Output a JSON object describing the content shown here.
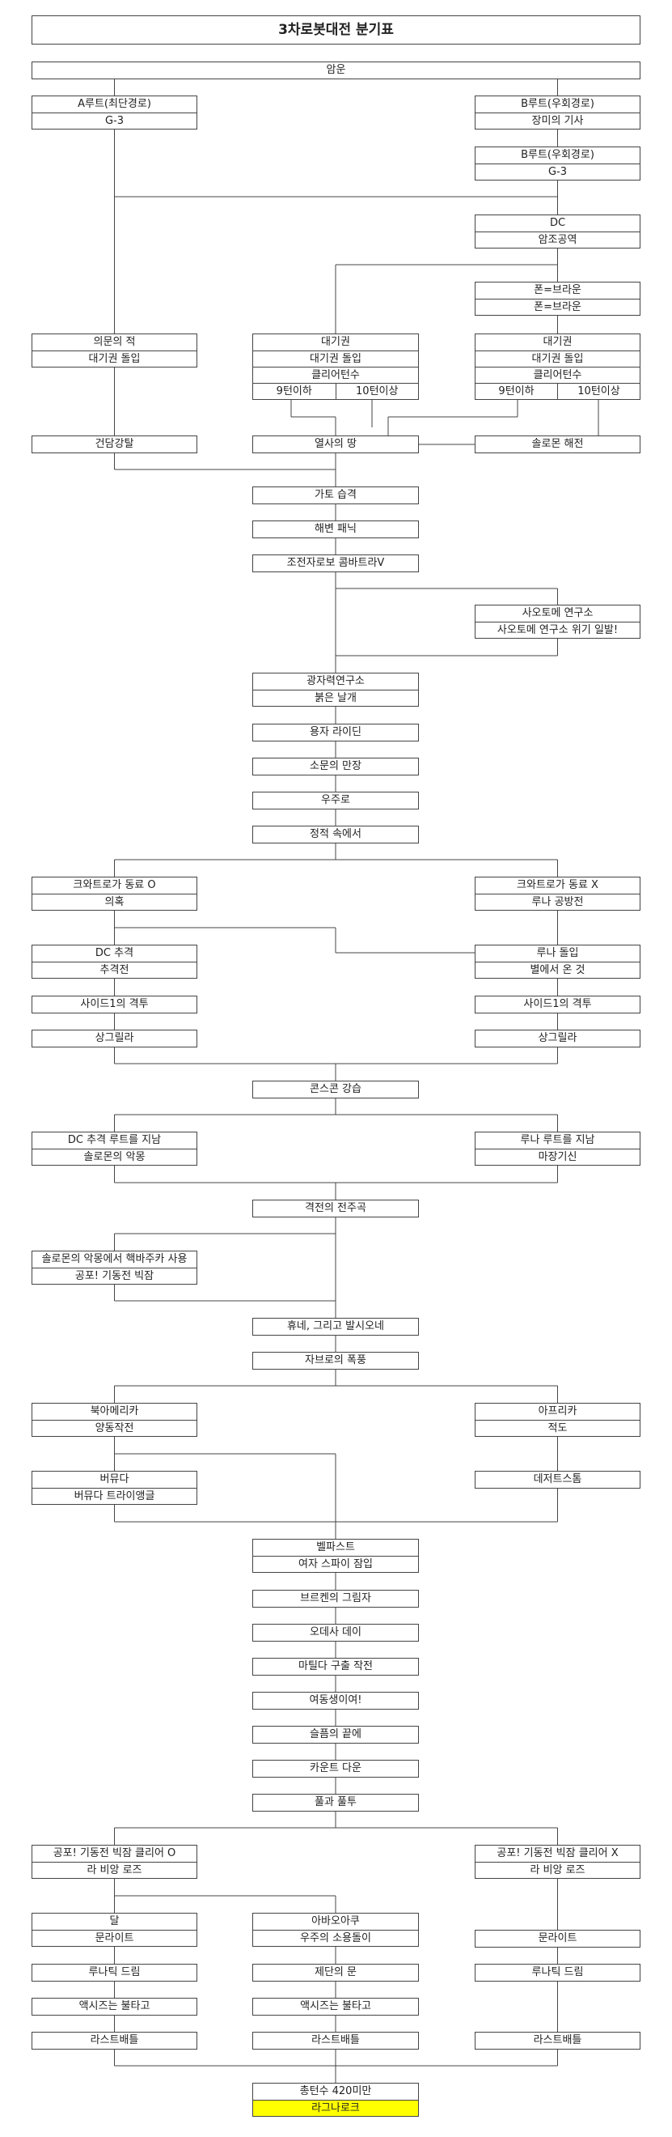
{
  "title": "3차로봇대전 분기표",
  "colors": {
    "highlight": "#ffff00",
    "line": "#444444"
  },
  "nodes": {
    "amun": [
      "암운"
    ],
    "a_route": [
      "A루트(최단경로)",
      "G-3"
    ],
    "b_route1": [
      "B루트(우회경로)",
      "장미의 기사"
    ],
    "b_route2": [
      "B루트(우회경로)",
      "G-3"
    ],
    "dc": [
      "DC",
      "암조공역"
    ],
    "pon": [
      "폰=브라운",
      "폰=브라운"
    ],
    "uimun": [
      "의문의 적",
      "대기권 돌입"
    ],
    "daegi_mid": [
      "대기권",
      "대기권 돌입",
      "클리어턴수"
    ],
    "daegi_right": [
      "대기권",
      "대기권 돌입",
      "클리어턴수"
    ],
    "turn_mid_left": [
      "9턴이하"
    ],
    "turn_mid_right": [
      "10턴이상"
    ],
    "turn_right_left": [
      "9턴이하"
    ],
    "turn_right_right": [
      "10턴이상"
    ],
    "gundam": [
      "건담강탈"
    ],
    "yeolsa": [
      "열사의 땅"
    ],
    "solomon": [
      "솔로몬 해전"
    ],
    "gato": [
      "가토 습격"
    ],
    "haebyeon": [
      "해변 패닉"
    ],
    "combattler": [
      "조전자로보 콤바트라V"
    ],
    "saotome": [
      "사오토메 연구소",
      "사오토메 연구소 위기 일발!"
    ],
    "gwangja": [
      "광자력연구소",
      "붉은 날개"
    ],
    "yongja": [
      "용자 라이딘"
    ],
    "somun": [
      "소문의 만장"
    ],
    "ujuro": [
      "우주로"
    ],
    "jeongjeok": [
      "정적 속에서"
    ],
    "quattro_o": [
      "크와트로가 동료 O",
      "의혹"
    ],
    "quattro_x": [
      "크와트로가 동료 X",
      "루나 공방전"
    ],
    "dc_chase": [
      "DC 추격",
      "추격전"
    ],
    "luna_dolip": [
      "루나 돌입",
      "별에서 온 것"
    ],
    "side1_l": [
      "사이드1의 격투"
    ],
    "side1_r": [
      "사이드1의 격투"
    ],
    "shangrila_l": [
      "상그릴라"
    ],
    "shangrila_r": [
      "상그릴라"
    ],
    "conscon": [
      "콘스콘 강습"
    ],
    "dc_pass": [
      "DC 추격 루트를 지남",
      "솔로몬의 악몽"
    ],
    "luna_pass": [
      "루나 루트를 지남",
      "마장기신"
    ],
    "gyeokjeon": [
      "격전의 전주곡"
    ],
    "solomon_nuclear": [
      "솔로몬의 악몽에서 핵바주카 사용",
      "공포! 기동전 빅잠"
    ],
    "huene": [
      "휴네, 그리고 발시오네"
    ],
    "jabro": [
      "자브로의 폭풍"
    ],
    "north_america": [
      "북아메리카",
      "양동작전"
    ],
    "africa": [
      "아프리카",
      "적도"
    ],
    "bermuda": [
      "버뮤다",
      "버뮤다 트라이앵글"
    ],
    "desert_storm": [
      "데저트스톰"
    ],
    "belfast": [
      "벨파스트",
      "여자 스파이 잠입"
    ],
    "brecken": [
      "브르켄의 그림자"
    ],
    "odessa": [
      "오데사 데이"
    ],
    "matilda": [
      "마틸다 구출 작전"
    ],
    "yeodong": [
      "여동생이여!"
    ],
    "seulpeum": [
      "슬픔의 끝에"
    ],
    "countdown": [
      "카운트 다운"
    ],
    "pullgwa": [
      "풀과 풀투"
    ],
    "bigzam_o": [
      "공포! 기동전 빅잠 클리어 O",
      "라 비앙 로즈"
    ],
    "bigzam_x": [
      "공포! 기동전 빅잠 클리어 X",
      "라 비앙 로즈"
    ],
    "moon_l": [
      "달",
      "문라이트"
    ],
    "abaoaqu": [
      "아바오아쿠",
      "우주의 소용돌이"
    ],
    "moonlight_r": [
      "문라이트"
    ],
    "lunatic_l": [
      "루나틱 드림"
    ],
    "jedan": [
      "제단의 문"
    ],
    "lunatic_r": [
      "루나틱 드림"
    ],
    "axis_l": [
      "액시즈는 불타고"
    ],
    "axis_m": [
      "액시즈는 불타고"
    ],
    "last_l": [
      "라스트배틀"
    ],
    "last_m": [
      "라스트배틀"
    ],
    "last_r": [
      "라스트배틀"
    ],
    "final": [
      "총턴수 420미만",
      "라그나로크"
    ]
  }
}
